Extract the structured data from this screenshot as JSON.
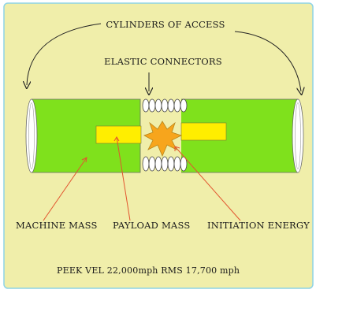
{
  "diagram": {
    "title": "CYLINDERS OF ACCESS",
    "connectors_label": "ELASTIC CONNECTORS",
    "machine_mass_label": "MACHINE MASS",
    "payload_mass_label": "PAYLOAD MASS",
    "initiation_energy_label": "INITIATION ENERGY",
    "velocity_label": "PEEK VEL 22,000mph RMS 17,700 mph"
  },
  "colors": {
    "panel_fill": "#f0eeaa",
    "panel_border": "#8ed3e6",
    "cylinder_green": "#7fe11c",
    "payload_yellow": "#ffee00",
    "burst_orange": "#f7a51c",
    "leader_red": "#e2552f"
  }
}
